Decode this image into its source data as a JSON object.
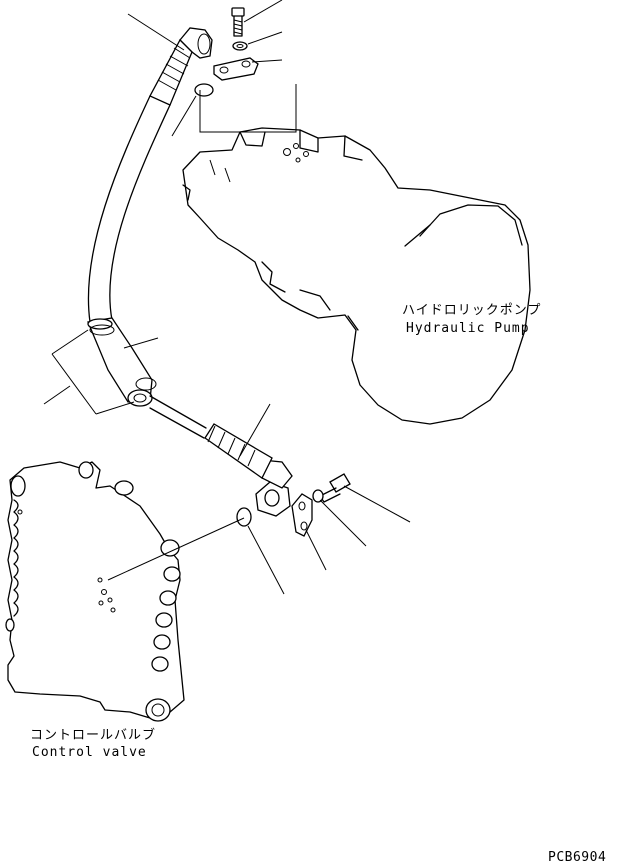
{
  "labels": {
    "pump_jp": "ハイドロリックポンプ",
    "pump_en": "Hydraulic Pump",
    "valve_jp": "コントロールバルブ",
    "valve_en": "Control valve",
    "drawing_code": "PCB6904"
  }
}
